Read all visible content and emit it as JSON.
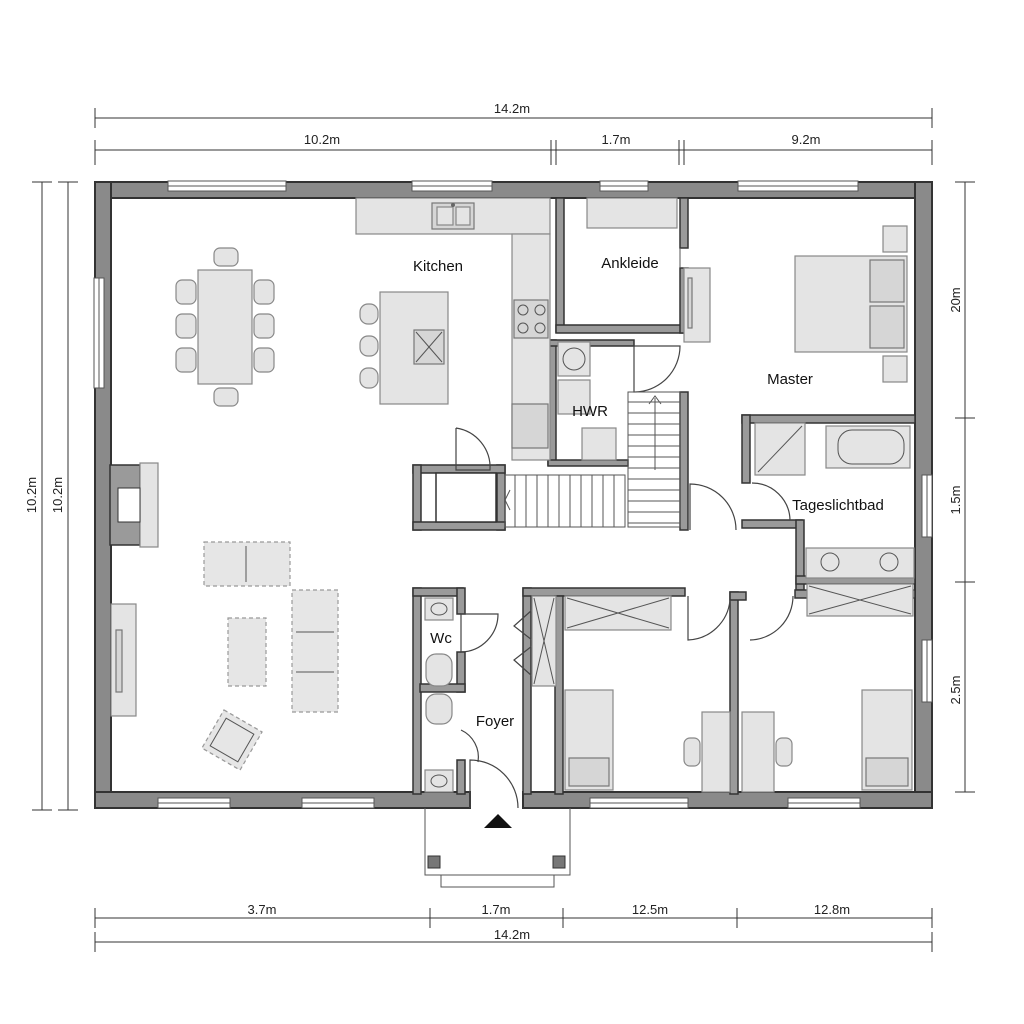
{
  "rooms": {
    "kitchen": "Kitchen",
    "ankleide": "Ankleide",
    "master": "Master",
    "hwr": "HWR",
    "tageslichtbad": "Tageslichtbad",
    "wc": "Wc",
    "foyer": "Foyer"
  },
  "dimensions": {
    "top_total": "14.2m",
    "top_seg1": "10.2m",
    "top_seg2": "1.7m",
    "top_seg3": "9.2m",
    "bottom_seg1": "3.7m",
    "bottom_seg2": "1.7m",
    "bottom_seg3": "12.5m",
    "bottom_seg4": "12.8m",
    "bottom_total": "14.2m",
    "left_outer": "10.2m",
    "left_inner": "10.2m",
    "right_seg1": "20m",
    "right_seg2": "1.5m",
    "right_seg3": "2.5m"
  },
  "colors": {
    "wall": "#8a8a8a",
    "outline": "#333333",
    "furniture": "#e4e4e4"
  }
}
